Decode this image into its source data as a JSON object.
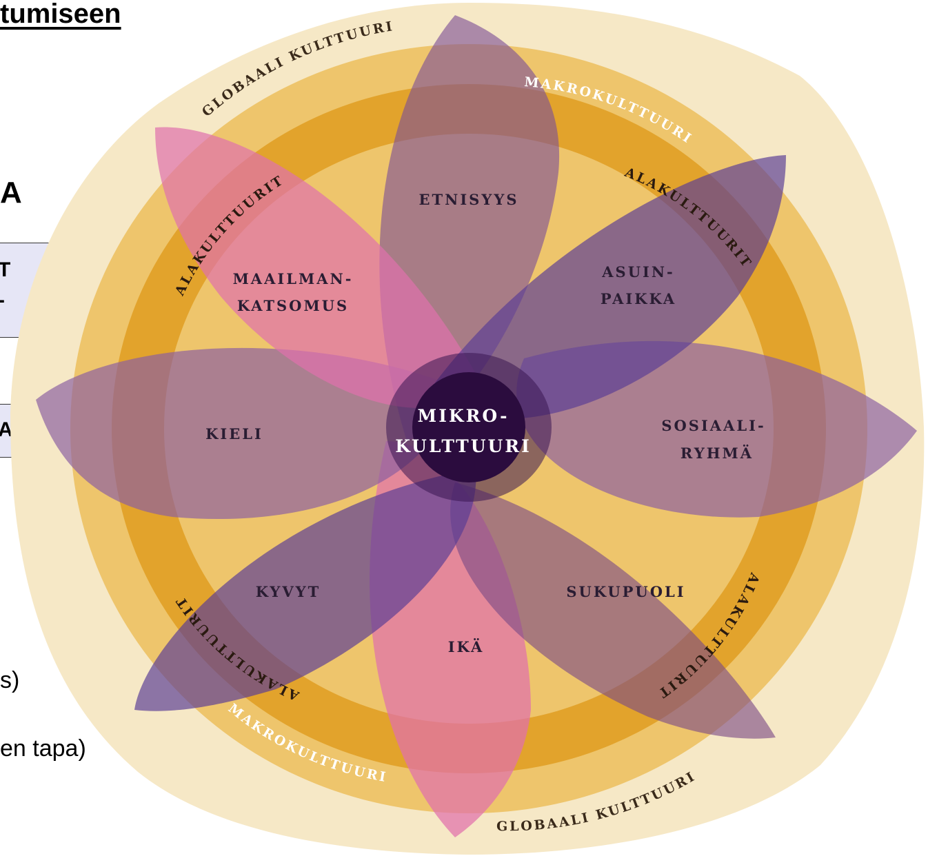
{
  "slide": {
    "title_fragment": "tumiseen",
    "letter": "A",
    "box1_line1": "T",
    "box1_line2": "-",
    "box2_line1": "AT",
    "paren_s": "s)",
    "paren_tapa": "en tapa)"
  },
  "diagram": {
    "center": [
      "MIKRO-",
      "KULTTUURI"
    ],
    "petals": {
      "etnisyys": [
        "ETNISYYS"
      ],
      "asuinpaikka": [
        "ASUIN-",
        "PAIKKA"
      ],
      "sosiaaliryhma": [
        "SOSIAALI-",
        "RYHMÄ"
      ],
      "sukupuoli": [
        "SUKUPUOLI"
      ],
      "ika": [
        "IKÄ"
      ],
      "kyvyt": [
        "KYVYT"
      ],
      "kieli": [
        "KIELI"
      ],
      "maailmankatsomus": [
        "MAAILMAN-",
        "KATSOMUS"
      ]
    },
    "rings": {
      "global": "GLOBAALI KULTTUURI",
      "macro": "MAKROKULTTUURI",
      "sub": "ALAKULTTUURIT"
    },
    "colors": {
      "global_ring": "#f6e8c6",
      "macro_ring": "#eec56c",
      "sub_ring": "#e2a32c",
      "petal_purple": "#8a5fa0",
      "petal_pink": "#e070ac",
      "petal_indigo": "#5a3d95",
      "center": "#2b0c3e"
    }
  }
}
